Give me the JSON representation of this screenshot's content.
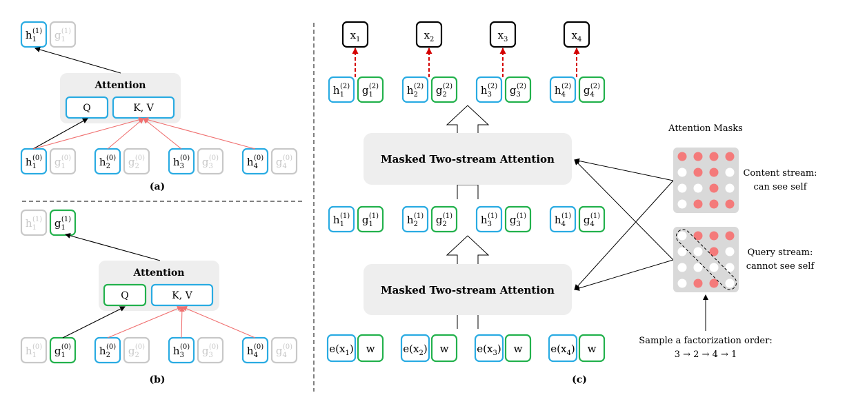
{
  "colors": {
    "h_blue": "#29abe2",
    "g_green": "#22b14c",
    "faded": "#c8c8c8",
    "block_gray": "#eeeeee",
    "arrow_red": "#f07070",
    "dash_red": "#d40000",
    "mask_red": "#f47a7a",
    "mask_white": "#ffffff",
    "mask_bg": "#d9d9d9"
  },
  "panel_a": {
    "caption": "(a)",
    "attention_title": "Attention",
    "q_label": "Q",
    "kv_label": "K, V",
    "top_h": {
      "base": "h",
      "sub": "1",
      "sup": "(1)"
    },
    "top_g": {
      "base": "g",
      "sub": "1",
      "sup": "(1)"
    },
    "bottom": [
      {
        "h": {
          "base": "h",
          "sub": "1",
          "sup": "(0)"
        },
        "g": {
          "base": "g",
          "sub": "1",
          "sup": "(0)"
        }
      },
      {
        "h": {
          "base": "h",
          "sub": "2",
          "sup": "(0)"
        },
        "g": {
          "base": "g",
          "sub": "2",
          "sup": "(0)"
        }
      },
      {
        "h": {
          "base": "h",
          "sub": "3",
          "sup": "(0)"
        },
        "g": {
          "base": "g",
          "sub": "3",
          "sup": "(0)"
        }
      },
      {
        "h": {
          "base": "h",
          "sub": "4",
          "sup": "(0)"
        },
        "g": {
          "base": "g",
          "sub": "4",
          "sup": "(0)"
        }
      }
    ]
  },
  "panel_b": {
    "caption": "(b)",
    "attention_title": "Attention",
    "q_label": "Q",
    "kv_label": "K, V",
    "top_h": {
      "base": "h",
      "sub": "1",
      "sup": "(1)"
    },
    "top_g": {
      "base": "g",
      "sub": "1",
      "sup": "(1)"
    },
    "bottom": [
      {
        "h": {
          "base": "h",
          "sub": "1",
          "sup": "(0)"
        },
        "g": {
          "base": "g",
          "sub": "1",
          "sup": "(0)"
        }
      },
      {
        "h": {
          "base": "h",
          "sub": "2",
          "sup": "(0)"
        },
        "g": {
          "base": "g",
          "sub": "2",
          "sup": "(0)"
        }
      },
      {
        "h": {
          "base": "h",
          "sub": "3",
          "sup": "(0)"
        },
        "g": {
          "base": "g",
          "sub": "3",
          "sup": "(0)"
        }
      },
      {
        "h": {
          "base": "h",
          "sub": "4",
          "sup": "(0)"
        },
        "g": {
          "base": "g",
          "sub": "4",
          "sup": "(0)"
        }
      }
    ]
  },
  "panel_c": {
    "caption": "(c)",
    "outputs": [
      {
        "base": "x",
        "sub": "1"
      },
      {
        "base": "x",
        "sub": "2"
      },
      {
        "base": "x",
        "sub": "3"
      },
      {
        "base": "x",
        "sub": "4"
      }
    ],
    "layer2": [
      {
        "h": {
          "base": "h",
          "sub": "1",
          "sup": "(2)"
        },
        "g": {
          "base": "g",
          "sub": "1",
          "sup": "(2)"
        }
      },
      {
        "h": {
          "base": "h",
          "sub": "2",
          "sup": "(2)"
        },
        "g": {
          "base": "g",
          "sub": "2",
          "sup": "(2)"
        }
      },
      {
        "h": {
          "base": "h",
          "sub": "3",
          "sup": "(2)"
        },
        "g": {
          "base": "g",
          "sub": "3",
          "sup": "(2)"
        }
      },
      {
        "h": {
          "base": "h",
          "sub": "4",
          "sup": "(2)"
        },
        "g": {
          "base": "g",
          "sub": "4",
          "sup": "(2)"
        }
      }
    ],
    "layer1": [
      {
        "h": {
          "base": "h",
          "sub": "1",
          "sup": "(1)"
        },
        "g": {
          "base": "g",
          "sub": "1",
          "sup": "(1)"
        }
      },
      {
        "h": {
          "base": "h",
          "sub": "2",
          "sup": "(1)"
        },
        "g": {
          "base": "g",
          "sub": "2",
          "sup": "(1)"
        }
      },
      {
        "h": {
          "base": "h",
          "sub": "3",
          "sup": "(1)"
        },
        "g": {
          "base": "g",
          "sub": "3",
          "sup": "(1)"
        }
      },
      {
        "h": {
          "base": "h",
          "sub": "4",
          "sup": "(1)"
        },
        "g": {
          "base": "g",
          "sub": "4",
          "sup": "(1)"
        }
      }
    ],
    "inputs": [
      {
        "e": {
          "base": "e(x",
          "sub": "1",
          "tail": ")"
        },
        "w": "w"
      },
      {
        "e": {
          "base": "e(x",
          "sub": "2",
          "tail": ")"
        },
        "w": "w"
      },
      {
        "e": {
          "base": "e(x",
          "sub": "3",
          "tail": ")"
        },
        "w": "w"
      },
      {
        "e": {
          "base": "e(x",
          "sub": "4",
          "tail": ")"
        },
        "w": "w"
      }
    ],
    "block_top_label": "Masked Two-stream Attention",
    "block_bottom_label": "Masked Two-stream Attention",
    "attention_masks_title": "Attention Masks",
    "content_stream_line1": "Content stream:",
    "content_stream_line2": "can see self",
    "query_stream_line1": "Query stream:",
    "query_stream_line2": "cannot see self",
    "sample_line1": "Sample a factorization order:",
    "sample_line2": "3 → 2 → 4 → 1",
    "content_mask": [
      [
        1,
        1,
        1,
        1
      ],
      [
        0,
        1,
        1,
        0
      ],
      [
        0,
        0,
        1,
        0
      ],
      [
        0,
        1,
        1,
        1
      ]
    ],
    "query_mask": [
      [
        0,
        1,
        1,
        1
      ],
      [
        0,
        0,
        1,
        0
      ],
      [
        0,
        0,
        0,
        0
      ],
      [
        0,
        1,
        1,
        0
      ]
    ]
  }
}
